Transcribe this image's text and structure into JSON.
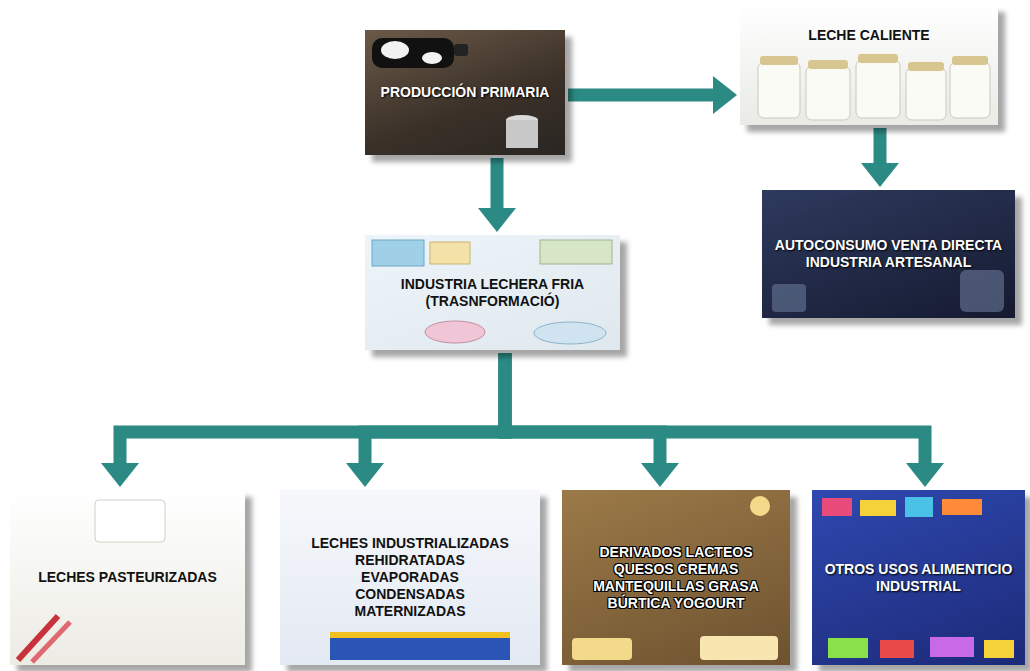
{
  "diagram": {
    "nodes": [
      {
        "text": [
          "PRODUCCIÓN PRIMARIA"
        ]
      },
      {
        "text": [
          "LECHE CALIENTE"
        ]
      },
      {
        "text": [
          "AUTOCONSUMO VENTA DIRECTA INDUSTRIA ARTESANAL"
        ]
      },
      {
        "text": [
          "INDUSTRIA LECHERA FRIA (TRASNFORMACIÓ)"
        ]
      },
      {
        "text": [
          "LECHES PASTEURIZADAS"
        ]
      },
      {
        "text": [
          "LECHES INDUSTRIALIZADAS REHIDRATADAS EVAPORADAS CONDENSADAS MATERNIZADAS"
        ]
      },
      {
        "text": [
          "DERIVADOS LACTEOS QUESOS CREMAS MANTEQUILLAS GRASA BÚRTICA YOGOURT"
        ]
      },
      {
        "text": [
          "OTROS USOS ALIMENTICIO INDUSTRIAL"
        ]
      }
    ],
    "edges": [
      {
        "from": 0,
        "to": 1,
        "arrow": "to"
      },
      {
        "from": 1,
        "to": 2,
        "arrow": "to"
      },
      {
        "from": 0,
        "to": 3,
        "arrow": "to"
      },
      {
        "from": 3,
        "to": 4,
        "arrow": "to"
      },
      {
        "from": 3,
        "to": 5,
        "arrow": "to"
      },
      {
        "from": 3,
        "to": 6,
        "arrow": "to"
      },
      {
        "from": 3,
        "to": 7,
        "arrow": "to"
      }
    ]
  }
}
